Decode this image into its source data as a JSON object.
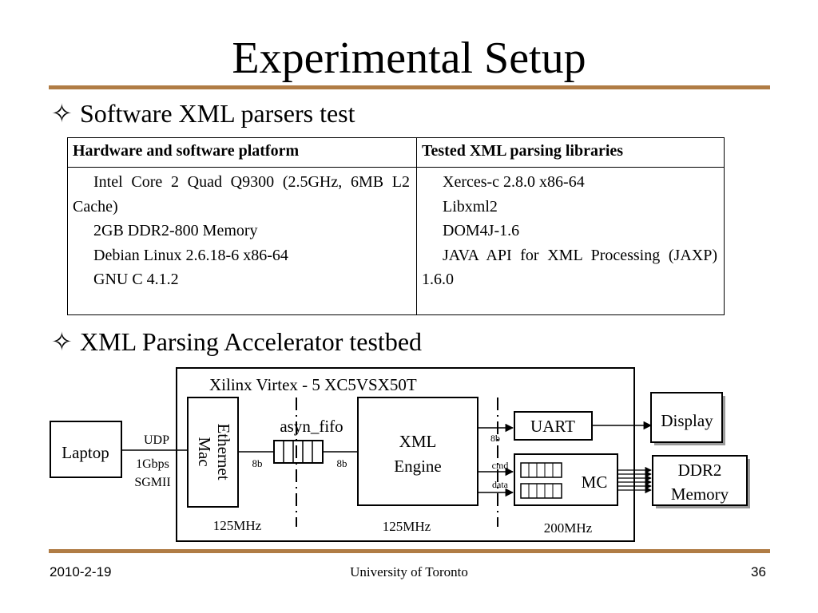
{
  "slide": {
    "title": "Experimental Setup",
    "bullets": [
      "Software XML parsers test",
      "XML Parsing Accelerator testbed"
    ],
    "bullet_icon": "four-pointed-star-outline-icon",
    "rule_color": "#b07c45"
  },
  "table": {
    "headers": [
      "Hardware and software platform",
      "Tested XML parsing libraries"
    ],
    "col1_items": [
      "Intel Core 2 Quad Q9300 (2.5GHz, 6MB L2 Cache)",
      "2GB DDR2-800 Memory",
      "Debian Linux 2.6.18-6 x86-64",
      "GNU C 4.1.2"
    ],
    "col2_items": [
      "Xerces-c 2.8.0 x86-64",
      "Libxml2",
      "DOM4J-1.6",
      "JAVA API for XML Processing (JAXP) 1.6.0"
    ]
  },
  "diagram": {
    "fpga_label": "Xilinx Virtex - 5  XC5VSX50T",
    "laptop": "Laptop",
    "link_udp": "UDP",
    "link_speed": "1Gbps",
    "link_sgmii": "SGMII",
    "ethernet_mac": [
      "Ethernet",
      "Mac"
    ],
    "asyn_fifo": "asyn_fifo",
    "width_left": "8b",
    "width_right": "8b",
    "xml_engine": [
      "XML",
      "Engine"
    ],
    "uart": "UART",
    "uart_width": "8b",
    "mc": "MC",
    "cmd": "cmd",
    "data": "data",
    "display": "Display",
    "ddr2": [
      "DDR2",
      "Memory"
    ],
    "clock_1": "125MHz",
    "clock_2": "125MHz",
    "clock_3": "200MHz"
  },
  "footer": {
    "date": "2010-2-19",
    "org": "University of Toronto",
    "page": "36"
  }
}
